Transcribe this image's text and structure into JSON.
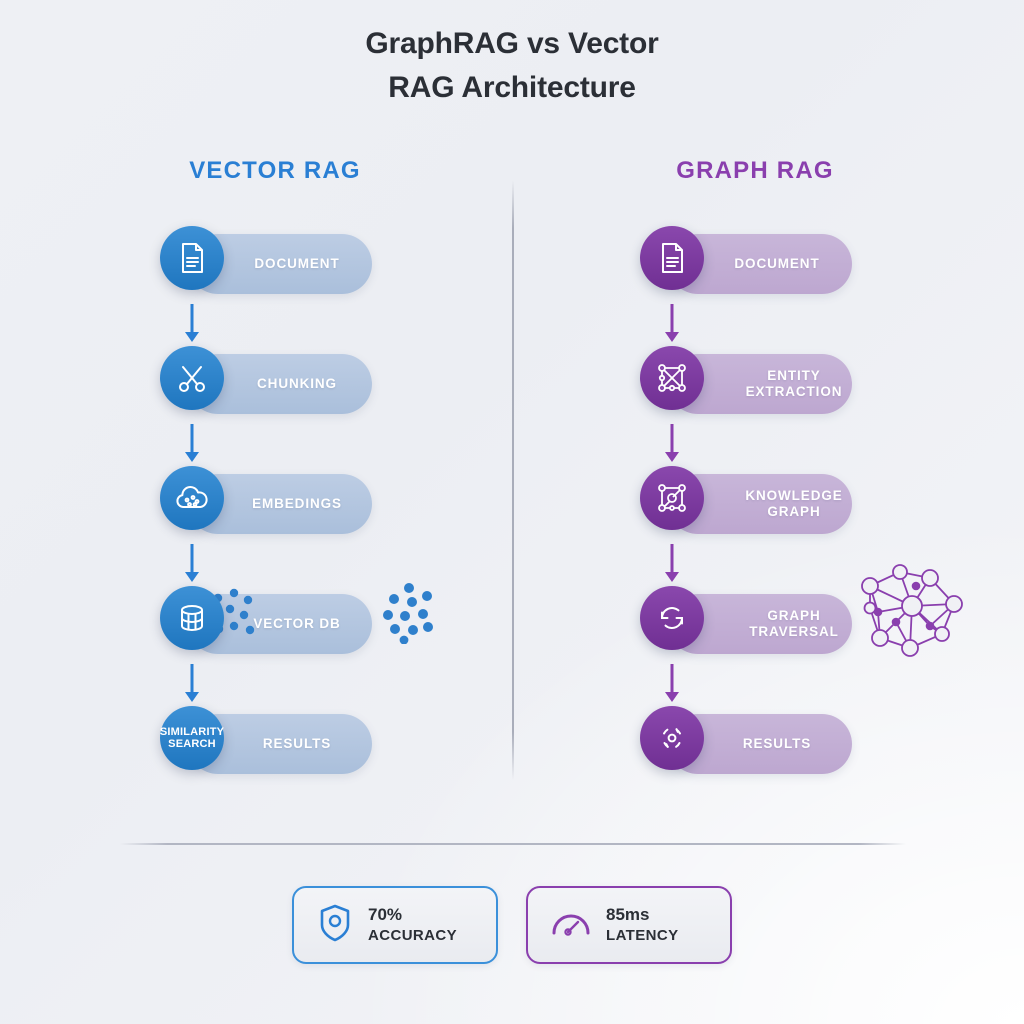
{
  "title": {
    "line1": "GraphRAG vs Vector",
    "line2": "RAG Architecture"
  },
  "columns": {
    "vector": {
      "header": "VECTOR RAG",
      "accent": "#2a7fd4",
      "steps": [
        {
          "label": "DOCUMENT",
          "icon": "document-icon"
        },
        {
          "label": "CHUNKING",
          "icon": "scissors-icon"
        },
        {
          "label": "EMBEDINGS",
          "icon": "cloud-dots-icon"
        },
        {
          "label": "VECTOR DB",
          "icon": "database-icon"
        },
        {
          "label": "RESULTS",
          "icon": "similarity-search-text",
          "icon_text_line1": "SIMILARITY",
          "icon_text_line2": "SEARCH"
        }
      ]
    },
    "graph": {
      "header": "GRAPH RAG",
      "accent": "#8a3fae",
      "steps": [
        {
          "label": "DOCUMENT",
          "icon": "document-icon"
        },
        {
          "label": "ENTITY\nEXTRACTION",
          "label_line1": "ENTITY",
          "label_line2": "EXTRACTION",
          "icon": "entity-network-icon"
        },
        {
          "label": "KNOWLEDGE\nGRAPH",
          "label_line1": "KNOWLEDGE",
          "label_line2": "GRAPH",
          "icon": "knowledge-graph-icon"
        },
        {
          "label": "GRAPH\nTRAVERSAL",
          "label_line1": "GRAPH",
          "label_line2": "TRAVERSAL",
          "icon": "circular-arrows-icon"
        },
        {
          "label": "RESULTS",
          "icon": "results-burst-icon"
        }
      ]
    }
  },
  "decorations": {
    "vector_dot_cluster": "blue-dot-scatter",
    "graph_node_cluster": "purple-node-graph"
  },
  "metrics": [
    {
      "value": "70%",
      "label": "ACCURACY",
      "icon": "shield-icon",
      "color": "#3b90da"
    },
    {
      "value": "85ms",
      "label": "LATENCY",
      "icon": "gauge-icon",
      "color": "#8a3fae"
    }
  ]
}
